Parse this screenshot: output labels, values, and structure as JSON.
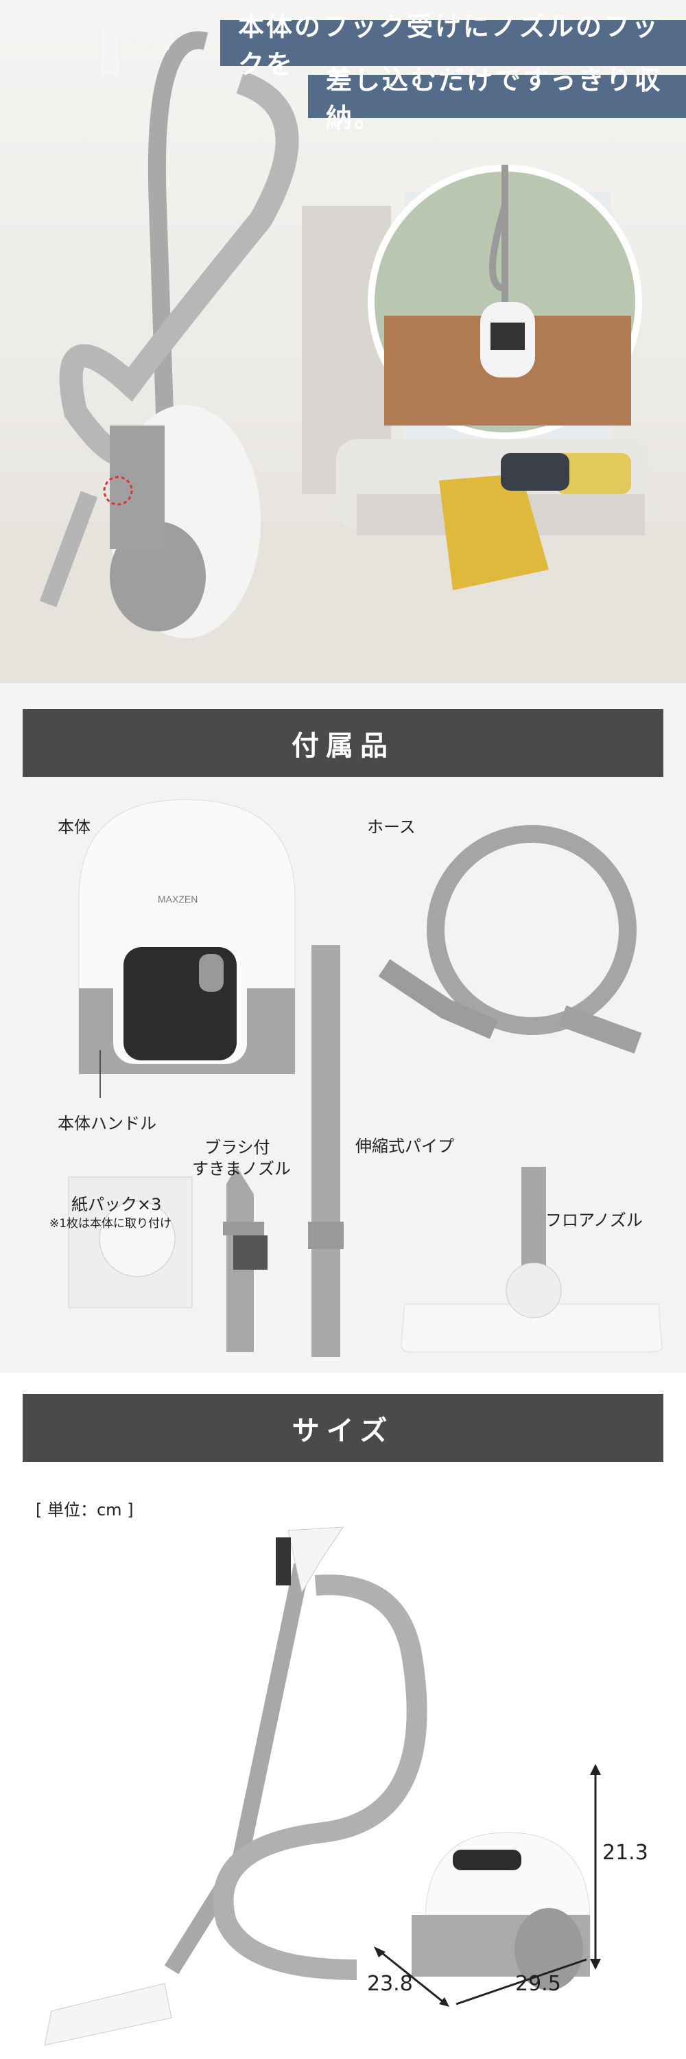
{
  "hero": {
    "banner_line1": "本体のフック受けにノズルのフックを",
    "banner_line2": "差し込むだけですっきり収納。",
    "banner_color": "#546b8a"
  },
  "accessories": {
    "header": "付属品",
    "items": {
      "body": "本体",
      "hose": "ホース",
      "body_handle": "本体ハンドル",
      "brush_nozzle_line1": "ブラシ付",
      "brush_nozzle_line2": "すきまノズル",
      "pipe": "伸縮式パイプ",
      "paper_pack": "紙パック×3",
      "paper_pack_note": "※1枚は本体に取り付け",
      "floor_nozzle": "フロアノズル"
    },
    "brand_logo": "MAXZEN"
  },
  "size": {
    "header": "サイズ",
    "unit": "[ 単位：cm ]",
    "height": "21.3",
    "depth": "23.8",
    "width": "29.5"
  }
}
